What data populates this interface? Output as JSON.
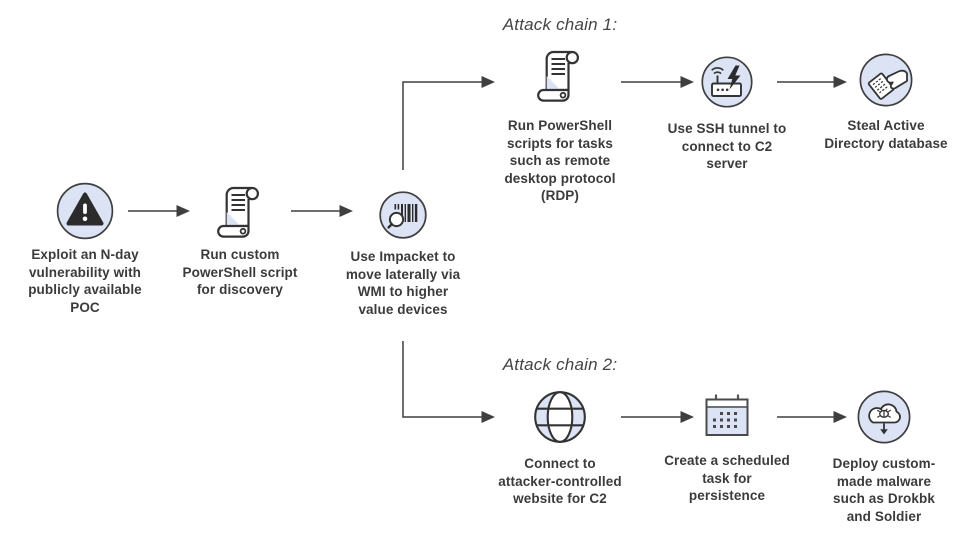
{
  "diagram": {
    "title_chain1": "Attack chain 1:",
    "title_chain2": "Attack chain 2:",
    "colors": {
      "background": "#ffffff",
      "node_fill": "#dbe3f4",
      "outline": "#3f3f3f",
      "icon_dark": "#2b2b2b",
      "text": "#3b3b3b",
      "title": "#444444"
    },
    "nodes": [
      {
        "id": "exploit-nday",
        "icon": "warning-icon",
        "lines": [
          "Exploit an N-day",
          "vulnerability with",
          "publicly available",
          "POC"
        ]
      },
      {
        "id": "run-custom-powershell",
        "icon": "scroll-script-icon",
        "lines": [
          "Run custom",
          "PowerShell script",
          "for discovery"
        ]
      },
      {
        "id": "impacket-lateral",
        "icon": "barcode-scan-icon",
        "lines": [
          "Use Impacket to",
          "move laterally via",
          "WMI to higher",
          "value devices"
        ]
      },
      {
        "id": "run-powershell-rdp",
        "icon": "scroll-script-icon",
        "lines": [
          "Run PowerShell",
          "scripts for tasks",
          "such as remote",
          "desktop protocol",
          "(RDP)"
        ]
      },
      {
        "id": "ssh-tunnel-c2",
        "icon": "router-lightning-icon",
        "lines": [
          "Use SSH tunnel to",
          "connect to C2",
          "server"
        ]
      },
      {
        "id": "steal-ad-database",
        "icon": "hand-stealing-document-icon",
        "lines": [
          "Steal Active",
          "Directory database"
        ]
      },
      {
        "id": "connect-attacker-website",
        "icon": "globe-icon",
        "lines": [
          "Connect to",
          "attacker-controlled",
          "website for C2"
        ]
      },
      {
        "id": "scheduled-task",
        "icon": "calendar-icon",
        "lines": [
          "Create a scheduled",
          "task for",
          "persistence"
        ]
      },
      {
        "id": "deploy-malware",
        "icon": "cloud-malware-download-icon",
        "lines": [
          "Deploy custom-",
          "made malware",
          "such as Drokbk",
          "and Soldier"
        ]
      }
    ]
  }
}
